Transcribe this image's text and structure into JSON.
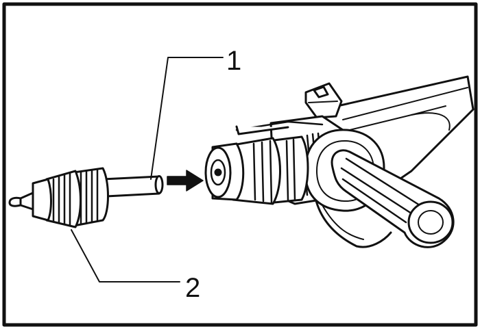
{
  "diagram": {
    "callouts": [
      {
        "label": "1",
        "target": "adapter-shank"
      },
      {
        "label": "2",
        "target": "keyless-drill-chuck"
      }
    ],
    "insert_direction_icon": "right-arrow-icon",
    "colors": {
      "line": "#111111",
      "background": "#ffffff",
      "tool_fill": "#ffffff",
      "shadow": "#d9d9d9"
    }
  }
}
